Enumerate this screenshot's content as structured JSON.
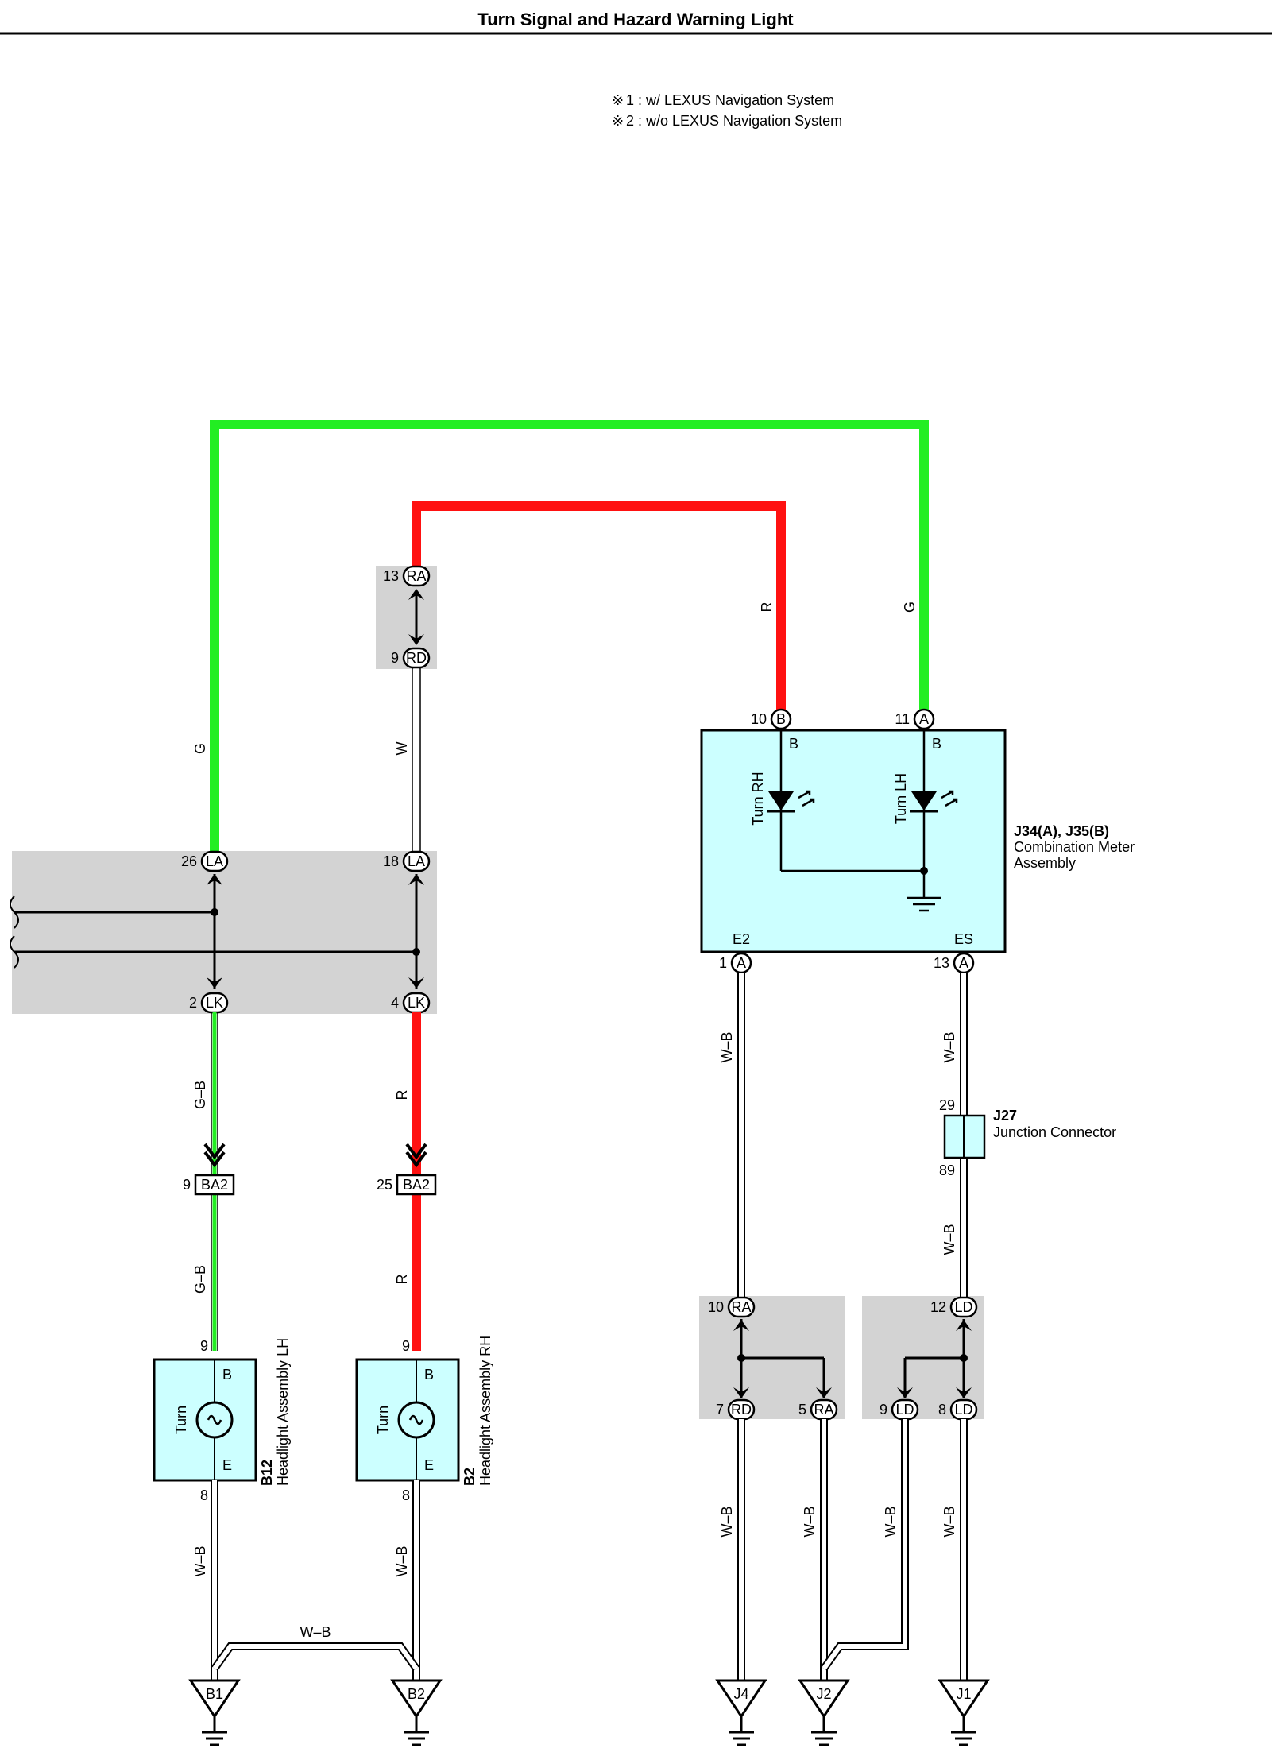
{
  "title": "Turn Signal and Hazard Warning Light",
  "notes": [
    {
      "mark": "※",
      "text": "1 : w/ LEXUS Navigation System"
    },
    {
      "mark": "※",
      "text": "2 : w/o LEXUS Navigation System"
    }
  ],
  "colors": {
    "green_wire": "#22ee22",
    "red_wire": "#ff1111",
    "component_fill": "#ccffff",
    "connector_area": "#d3d3d3"
  },
  "connectors": {
    "ra_top": {
      "pin": "13",
      "code": "RA"
    },
    "rd_top": {
      "pin": "9",
      "code": "RD"
    },
    "la_left": {
      "pin": "26",
      "code": "LA"
    },
    "la_right": {
      "pin": "18",
      "code": "LA"
    },
    "lk_left": {
      "pin": "2",
      "code": "LK"
    },
    "lk_right": {
      "pin": "4",
      "code": "LK"
    },
    "ba2_left": {
      "pin": "9",
      "code": "BA2"
    },
    "ba2_right": {
      "pin": "25",
      "code": "BA2"
    },
    "meter_b": {
      "pin": "10",
      "code": "B"
    },
    "meter_a": {
      "pin": "11",
      "code": "A"
    },
    "meter_e2": {
      "pin": "1",
      "code": "A"
    },
    "meter_es": {
      "pin": "13",
      "code": "A"
    },
    "ra_bottom": {
      "pin": "10",
      "code": "RA"
    },
    "rd_bottom": {
      "pin": "7",
      "code": "RD"
    },
    "ra_bottom2": {
      "pin": "5",
      "code": "RA"
    },
    "ld_top": {
      "pin": "12",
      "code": "LD"
    },
    "ld_left": {
      "pin": "9",
      "code": "LD"
    },
    "ld_right": {
      "pin": "8",
      "code": "LD"
    }
  },
  "wires": {
    "g": "G",
    "r": "R",
    "w": "W",
    "gb": "G–B",
    "wb": "W–B"
  },
  "meter": {
    "code": "J34(A), J35(B)",
    "name_line1": "Combination Meter",
    "name_line2": "Assembly",
    "turn_rh": "Turn RH",
    "turn_lh": "Turn LH",
    "b_label": "B",
    "e2": "E2",
    "es": "ES"
  },
  "junction": {
    "code": "J27",
    "name": "Junction Connector",
    "pin_top": "29",
    "pin_bottom": "89"
  },
  "headlight_lh": {
    "code": "B12",
    "name": "Headlight Assembly LH",
    "turn": "Turn",
    "b": "B",
    "e": "E",
    "pin_top": "9",
    "pin_bottom": "8"
  },
  "headlight_rh": {
    "code": "B2",
    "name": "Headlight Assembly RH",
    "turn": "Turn",
    "b": "B",
    "e": "E",
    "pin_top": "9",
    "pin_bottom": "8"
  },
  "grounds": [
    "B1",
    "B2",
    "J4",
    "J2",
    "J1"
  ]
}
